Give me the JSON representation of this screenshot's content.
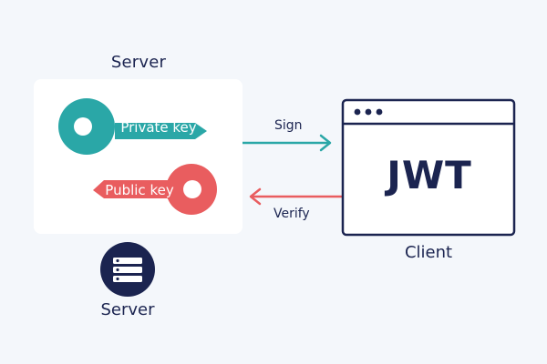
{
  "server_box": {
    "title": "Server",
    "private_key_label": "Private key",
    "public_key_label": "Public key"
  },
  "server_node": {
    "label": "Server",
    "icon": "server-icon"
  },
  "client": {
    "label": "Client",
    "window_content": "JWT",
    "icon": "browser-window-icon"
  },
  "arrows": {
    "sign_label": "Sign",
    "verify_label": "Verify"
  },
  "colors": {
    "private_key": "#2aa7a7",
    "public_key": "#e95d5f",
    "navy": "#1b2450",
    "sign_arrow": "#2aa7a7",
    "verify_arrow": "#e95d5f",
    "background": "#f4f7fb"
  }
}
